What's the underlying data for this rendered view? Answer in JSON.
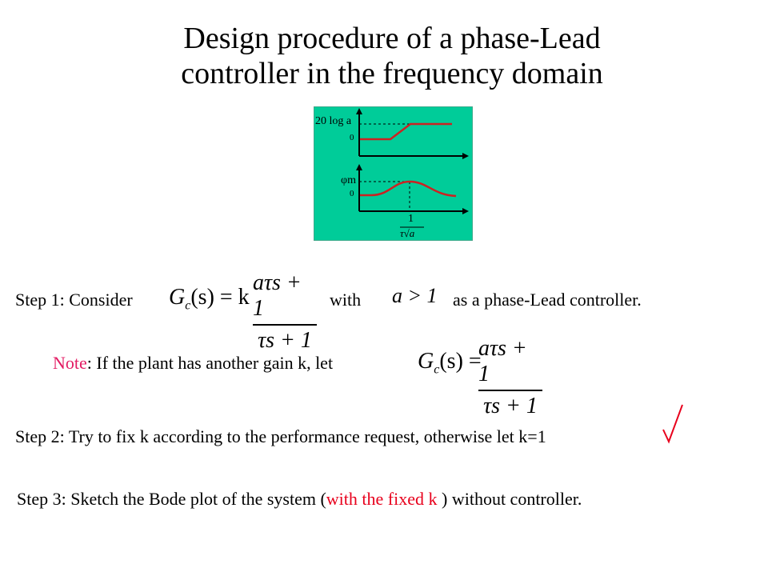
{
  "slide": {
    "title_line1": "Design procedure of a phase-Lead",
    "title_line2": "controller in the frequency domain"
  },
  "diagram": {
    "magnitude_label": "20 log a",
    "magnitude_zero": "0",
    "phase_label": "φm",
    "phase_zero": "0",
    "freq_num": "1",
    "freq_den": "τ√a",
    "background_color": "#00cc99",
    "curve_color": "#cc2222"
  },
  "step1": {
    "prefix": "Step 1: Consider",
    "with": "with",
    "condition": "a > 1",
    "suffix": "as a phase-Lead controller.",
    "formula_lhs": "G",
    "formula_sub": "c",
    "formula_arg": "(s) = k",
    "formula_num": "aτs + 1",
    "formula_den": "τs + 1"
  },
  "note": {
    "label": "Note",
    "text": ": If the plant has another gain k, let",
    "formula_lhs": "G",
    "formula_sub": "c",
    "formula_arg": "(s) =",
    "formula_num": "aτs + 1",
    "formula_den": "τs + 1"
  },
  "step2": {
    "text": "Step 2: Try to fix k according to the performance request, otherwise let k=1",
    "checkmark_color": "#e8001c"
  },
  "step3": {
    "prefix": "Step 3: Sketch the Bode plot of the system (",
    "highlight": "with the fixed k ",
    "suffix": ") without controller."
  }
}
